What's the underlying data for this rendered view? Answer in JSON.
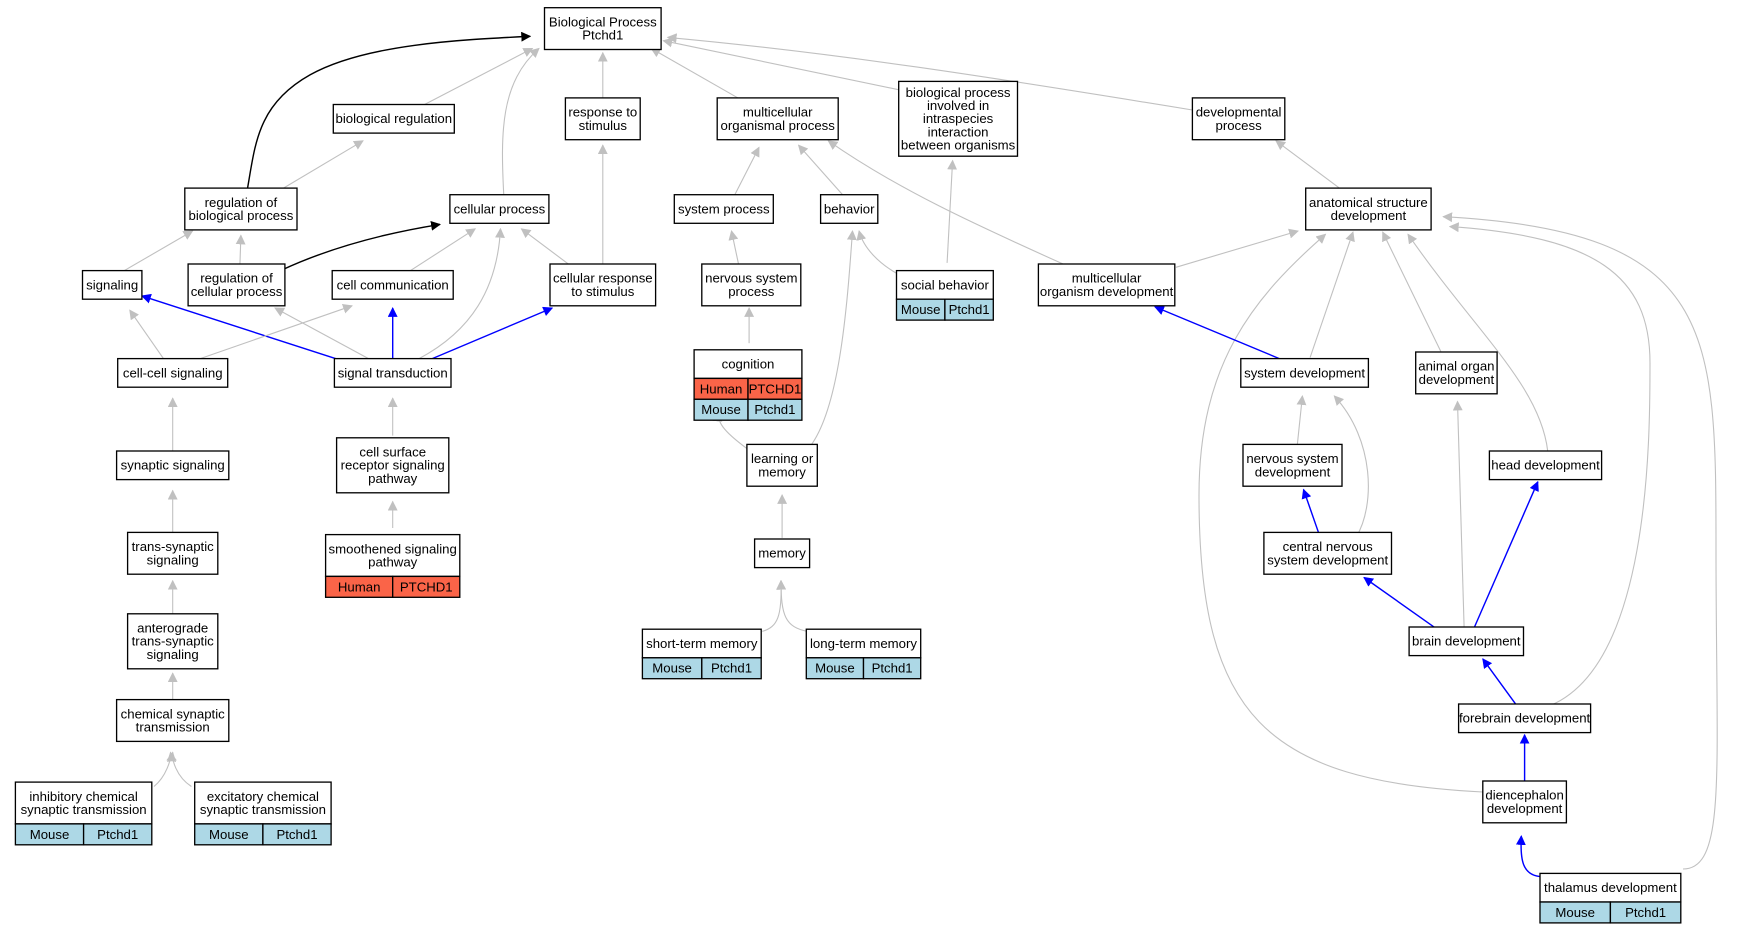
{
  "colors": {
    "gray_edge": "#c0c0c0",
    "blue_edge": "#0000ff",
    "black_edge": "#000000",
    "human_bg": "#fa6448",
    "mouse_bg": "#add8e6"
  },
  "nodes": {
    "root": {
      "lines": [
        "Biological Process",
        "Ptchd1"
      ]
    },
    "biological_regulation": {
      "lines": [
        "biological regulation"
      ]
    },
    "response_to_stimulus": {
      "lines": [
        "response to",
        "stimulus"
      ]
    },
    "multicellular_organismal_process": {
      "lines": [
        "multicellular",
        "organismal process"
      ]
    },
    "bp_intraspecies": {
      "lines": [
        "biological process",
        "involved in",
        "intraspecies",
        "interaction",
        "between organisms"
      ]
    },
    "developmental_process": {
      "lines": [
        "developmental",
        "process"
      ]
    },
    "regulation_of_bp": {
      "lines": [
        "regulation of",
        "biological process"
      ]
    },
    "cellular_process": {
      "lines": [
        "cellular process"
      ]
    },
    "system_process": {
      "lines": [
        "system process"
      ]
    },
    "behavior": {
      "lines": [
        "behavior"
      ]
    },
    "anatomical_structure_development": {
      "lines": [
        "anatomical structure",
        "development"
      ]
    },
    "signaling": {
      "lines": [
        "signaling"
      ]
    },
    "regulation_of_cp": {
      "lines": [
        "regulation of",
        "cellular process"
      ]
    },
    "cell_communication": {
      "lines": [
        "cell communication"
      ]
    },
    "cellular_response": {
      "lines": [
        "cellular response",
        "to stimulus"
      ]
    },
    "nervous_system_process": {
      "lines": [
        "nervous system",
        "process"
      ]
    },
    "social_behavior": {
      "lines": [
        "social behavior"
      ],
      "annots": [
        {
          "species": "Mouse",
          "gene": "Ptchd1"
        }
      ]
    },
    "multicellular_organism_development": {
      "lines": [
        "multicellular",
        "organism development"
      ]
    },
    "cognition": {
      "lines": [
        "cognition"
      ],
      "annots": [
        {
          "species": "Human",
          "gene": "PTCHD1"
        },
        {
          "species": "Mouse",
          "gene": "Ptchd1"
        }
      ]
    },
    "cell_cell_signaling": {
      "lines": [
        "cell-cell signaling"
      ]
    },
    "signal_transduction": {
      "lines": [
        "signal transduction"
      ]
    },
    "system_development": {
      "lines": [
        "system development"
      ]
    },
    "animal_organ_development": {
      "lines": [
        "animal organ",
        "development"
      ]
    },
    "learning_or_memory": {
      "lines": [
        "learning or",
        "memory"
      ]
    },
    "synaptic_signaling": {
      "lines": [
        "synaptic signaling"
      ]
    },
    "cell_surface_receptor": {
      "lines": [
        "cell surface",
        "receptor signaling",
        "pathway"
      ]
    },
    "nervous_system_development": {
      "lines": [
        "nervous system",
        "development"
      ]
    },
    "head_development": {
      "lines": [
        "head development"
      ]
    },
    "smoothened": {
      "lines": [
        "smoothened signaling",
        "pathway"
      ],
      "annots": [
        {
          "species": "Human",
          "gene": "PTCHD1"
        }
      ]
    },
    "trans_synaptic": {
      "lines": [
        "trans-synaptic",
        "signaling"
      ]
    },
    "memory": {
      "lines": [
        "memory"
      ]
    },
    "cns_development": {
      "lines": [
        "central nervous",
        "system development"
      ]
    },
    "anterograde": {
      "lines": [
        "anterograde",
        "trans-synaptic",
        "signaling"
      ]
    },
    "short_term_memory": {
      "lines": [
        "short-term memory"
      ],
      "annots": [
        {
          "species": "Mouse",
          "gene": "Ptchd1"
        }
      ]
    },
    "long_term_memory": {
      "lines": [
        "long-term memory"
      ],
      "annots": [
        {
          "species": "Mouse",
          "gene": "Ptchd1"
        }
      ]
    },
    "brain_development": {
      "lines": [
        "brain development"
      ]
    },
    "chemical_synaptic": {
      "lines": [
        "chemical synaptic",
        "transmission"
      ]
    },
    "forebrain_development": {
      "lines": [
        "forebrain development"
      ]
    },
    "inhibitory": {
      "lines": [
        "inhibitory chemical",
        "synaptic transmission"
      ],
      "annots": [
        {
          "species": "Mouse",
          "gene": "Ptchd1"
        }
      ]
    },
    "excitatory": {
      "lines": [
        "excitatory chemical",
        "synaptic transmission"
      ],
      "annots": [
        {
          "species": "Mouse",
          "gene": "Ptchd1"
        }
      ]
    },
    "diencephalon_development": {
      "lines": [
        "diencephalon",
        "development"
      ]
    },
    "thalamus_development": {
      "lines": [
        "thalamus development"
      ],
      "annots": [
        {
          "species": "Mouse",
          "gene": "Ptchd1"
        }
      ]
    }
  },
  "edges": [
    {
      "from": "regulation_of_bp",
      "to": "root",
      "color": "black_edge"
    },
    {
      "from": "biological_regulation",
      "to": "root",
      "color": "gray_edge"
    },
    {
      "from": "cellular_process",
      "to": "root",
      "color": "gray_edge"
    },
    {
      "from": "response_to_stimulus",
      "to": "root",
      "color": "gray_edge"
    },
    {
      "from": "multicellular_organismal_process",
      "to": "root",
      "color": "gray_edge"
    },
    {
      "from": "bp_intraspecies",
      "to": "root",
      "color": "gray_edge"
    },
    {
      "from": "developmental_process",
      "to": "root",
      "color": "gray_edge"
    },
    {
      "from": "regulation_of_bp",
      "to": "biological_regulation",
      "color": "gray_edge"
    },
    {
      "from": "signaling",
      "to": "regulation_of_bp",
      "color": "gray_edge"
    },
    {
      "from": "regulation_of_cp",
      "to": "regulation_of_bp",
      "color": "gray_edge"
    },
    {
      "from": "regulation_of_cp",
      "to": "cellular_process",
      "color": "black_edge"
    },
    {
      "from": "cell_communication",
      "to": "cellular_process",
      "color": "gray_edge"
    },
    {
      "from": "cellular_response",
      "to": "cellular_process",
      "color": "gray_edge"
    },
    {
      "from": "signal_transduction",
      "to": "cellular_process",
      "color": "gray_edge"
    },
    {
      "from": "cellular_response",
      "to": "response_to_stimulus",
      "color": "gray_edge"
    },
    {
      "from": "system_process",
      "to": "multicellular_organismal_process",
      "color": "gray_edge"
    },
    {
      "from": "behavior",
      "to": "multicellular_organismal_process",
      "color": "gray_edge"
    },
    {
      "from": "multicellular_organism_development",
      "to": "multicellular_organismal_process",
      "color": "gray_edge"
    },
    {
      "from": "nervous_system_process",
      "to": "system_process",
      "color": "gray_edge"
    },
    {
      "from": "cognition",
      "to": "nervous_system_process",
      "color": "gray_edge"
    },
    {
      "from": "social_behavior",
      "to": "behavior",
      "color": "gray_edge"
    },
    {
      "from": "learning_or_memory",
      "to": "behavior",
      "color": "gray_edge"
    },
    {
      "from": "social_behavior",
      "to": "bp_intraspecies",
      "color": "gray_edge"
    },
    {
      "from": "anatomical_structure_development",
      "to": "developmental_process",
      "color": "gray_edge"
    },
    {
      "from": "multicellular_organism_development",
      "to": "anatomical_structure_development",
      "color": "gray_edge"
    },
    {
      "from": "system_development",
      "to": "anatomical_structure_development",
      "color": "gray_edge"
    },
    {
      "from": "animal_organ_development",
      "to": "anatomical_structure_development",
      "color": "gray_edge"
    },
    {
      "from": "head_development",
      "to": "anatomical_structure_development",
      "color": "gray_edge"
    },
    {
      "from": "diencephalon_development",
      "to": "anatomical_structure_development",
      "color": "gray_edge"
    },
    {
      "from": "forebrain_development",
      "to": "anatomical_structure_development",
      "color": "gray_edge"
    },
    {
      "from": "thalamus_development",
      "to": "anatomical_structure_development",
      "color": "gray_edge"
    },
    {
      "from": "cell_cell_signaling",
      "to": "signaling",
      "color": "gray_edge"
    },
    {
      "from": "signal_transduction",
      "to": "signaling",
      "color": "blue_edge"
    },
    {
      "from": "signal_transduction",
      "to": "regulation_of_cp",
      "color": "gray_edge"
    },
    {
      "from": "cell_cell_signaling",
      "to": "cell_communication",
      "color": "gray_edge"
    },
    {
      "from": "signal_transduction",
      "to": "cell_communication",
      "color": "blue_edge"
    },
    {
      "from": "signal_transduction",
      "to": "cellular_response",
      "color": "blue_edge"
    },
    {
      "from": "synaptic_signaling",
      "to": "cell_cell_signaling",
      "color": "gray_edge"
    },
    {
      "from": "cell_surface_receptor",
      "to": "signal_transduction",
      "color": "gray_edge"
    },
    {
      "from": "smoothened",
      "to": "cell_surface_receptor",
      "color": "gray_edge"
    },
    {
      "from": "trans_synaptic",
      "to": "synaptic_signaling",
      "color": "gray_edge"
    },
    {
      "from": "anterograde",
      "to": "trans_synaptic",
      "color": "gray_edge"
    },
    {
      "from": "chemical_synaptic",
      "to": "anterograde",
      "color": "gray_edge"
    },
    {
      "from": "inhibitory",
      "to": "chemical_synaptic",
      "color": "gray_edge"
    },
    {
      "from": "excitatory",
      "to": "chemical_synaptic",
      "color": "gray_edge"
    },
    {
      "from": "learning_or_memory",
      "to": "cognition",
      "color": "gray_edge"
    },
    {
      "from": "memory",
      "to": "learning_or_memory",
      "color": "gray_edge"
    },
    {
      "from": "short_term_memory",
      "to": "memory",
      "color": "gray_edge"
    },
    {
      "from": "long_term_memory",
      "to": "memory",
      "color": "gray_edge"
    },
    {
      "from": "system_development",
      "to": "multicellular_organism_development",
      "color": "blue_edge"
    },
    {
      "from": "nervous_system_development",
      "to": "system_development",
      "color": "gray_edge"
    },
    {
      "from": "cns_development",
      "to": "system_development",
      "color": "gray_edge"
    },
    {
      "from": "cns_development",
      "to": "nervous_system_development",
      "color": "blue_edge"
    },
    {
      "from": "brain_development",
      "to": "cns_development",
      "color": "blue_edge"
    },
    {
      "from": "brain_development",
      "to": "head_development",
      "color": "blue_edge"
    },
    {
      "from": "brain_development",
      "to": "animal_organ_development",
      "color": "gray_edge"
    },
    {
      "from": "forebrain_development",
      "to": "brain_development",
      "color": "blue_edge"
    },
    {
      "from": "diencephalon_development",
      "to": "forebrain_development",
      "color": "blue_edge"
    },
    {
      "from": "thalamus_development",
      "to": "diencephalon_development",
      "color": "blue_edge"
    }
  ]
}
